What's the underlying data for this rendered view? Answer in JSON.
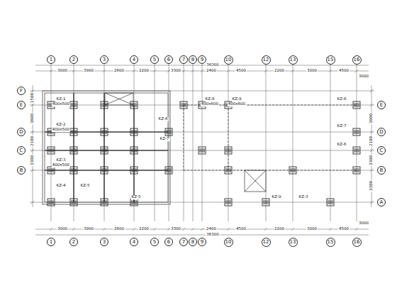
{
  "diagram": {
    "nodes": [
      {
        "text": [
          "1"
        ]
      },
      {
        "text": [
          "2"
        ]
      },
      {
        "text": [
          "3"
        ]
      },
      {
        "text": [
          "4"
        ]
      },
      {
        "text": [
          "5"
        ]
      },
      {
        "text": [
          "6"
        ]
      },
      {
        "text": [
          "7"
        ]
      },
      {
        "text": [
          "8"
        ]
      },
      {
        "text": [
          "9"
        ]
      },
      {
        "text": [
          "10"
        ]
      },
      {
        "text": [
          "12"
        ]
      },
      {
        "text": [
          "13"
        ]
      },
      {
        "text": [
          "15"
        ]
      },
      {
        "text": [
          "16"
        ]
      },
      {
        "text": [
          "F"
        ]
      },
      {
        "text": [
          "E"
        ]
      },
      {
        "text": [
          "D"
        ]
      },
      {
        "text": [
          "C"
        ]
      },
      {
        "text": [
          "B"
        ]
      },
      {
        "text": [
          "E"
        ]
      },
      {
        "text": [
          "D"
        ]
      },
      {
        "text": [
          "C"
        ]
      },
      {
        "text": [
          "B"
        ]
      },
      {
        "text": [
          "A"
        ]
      },
      {
        "text": [
          "1"
        ]
      },
      {
        "text": [
          "2"
        ]
      },
      {
        "text": [
          "3"
        ]
      },
      {
        "text": [
          "4"
        ]
      },
      {
        "text": [
          "5"
        ]
      },
      {
        "text": [
          "6"
        ]
      },
      {
        "text": [
          "7"
        ]
      },
      {
        "text": [
          "8"
        ]
      },
      {
        "text": [
          "9"
        ]
      },
      {
        "text": [
          "10"
        ]
      },
      {
        "text": [
          "12"
        ]
      },
      {
        "text": [
          "13"
        ]
      },
      {
        "text": [
          "15"
        ]
      },
      {
        "text": [
          "16"
        ]
      }
    ],
    "labels": [
      "3000",
      "3900",
      "2600",
      "2200",
      "3300",
      "2400",
      "4500",
      "2200",
      "3000",
      "4500",
      "3000",
      "36300",
      "3000",
      "3900",
      "2600",
      "2200",
      "3300",
      "2400",
      "4500",
      "2200",
      "3000",
      "4500",
      "3000",
      "36300",
      "1500",
      "3600",
      "2100",
      "3300",
      "3300",
      "3600",
      "2100",
      "3300",
      "KZ-1",
      "KZ-2",
      "KZ-3",
      "KZ-4",
      "KZ-5",
      "KZ-6",
      "KZ-7",
      "KZ-8",
      "KZ-9",
      "KZ-8",
      "KZ-7",
      "KZ-6",
      "KZ-9",
      "KZ-3",
      "KZ-5",
      "400x500",
      "400x500",
      "400x500",
      "400x600",
      "400x600"
    ]
  }
}
